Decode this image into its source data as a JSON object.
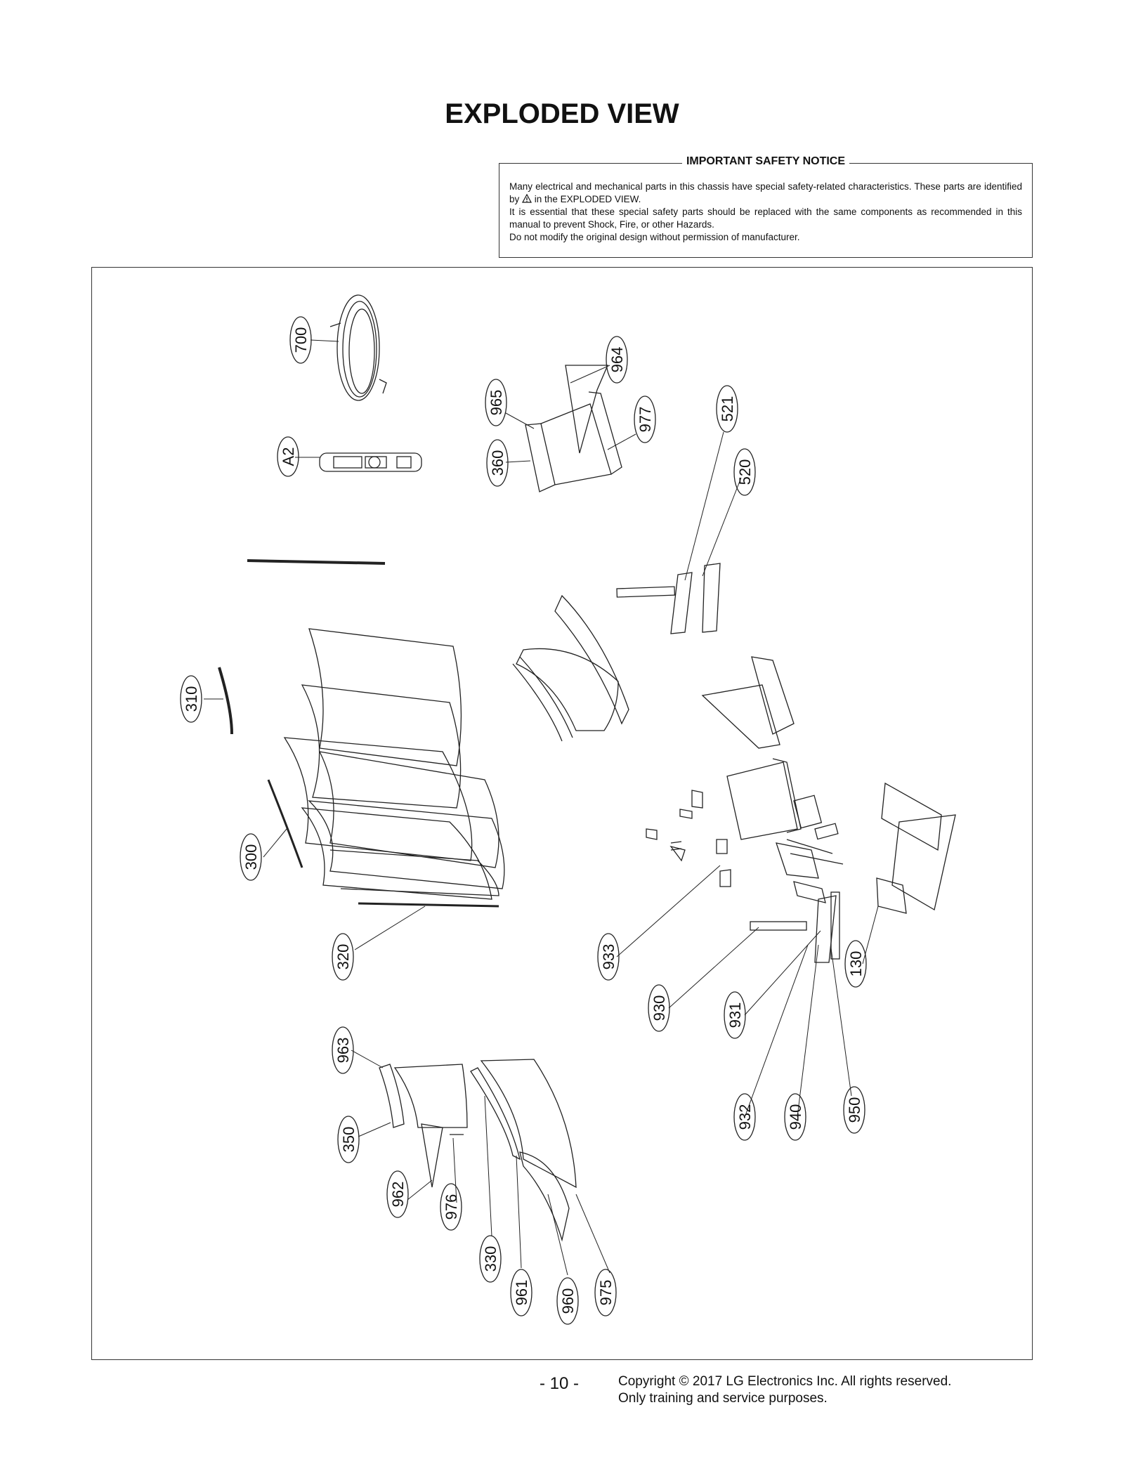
{
  "title": "EXPLODED VIEW",
  "notice": {
    "heading": "IMPORTANT SAFETY NOTICE",
    "line1": "Many electrical and mechanical parts in this chassis have special safety-related characteristics. These parts are identified by",
    "line1_tail": "in the EXPLODED VIEW.",
    "line2": "It is essential that these special safety parts should be replaced with the same components as recommended in this manual to prevent Shock, Fire, or other Hazards.",
    "line3": "Do not modify the original design without permission of manufacturer."
  },
  "callouts": {
    "c700": "700",
    "cA2": "A2",
    "c965": "965",
    "c964": "964",
    "c977": "977",
    "c360": "360",
    "c521": "521",
    "c520": "520",
    "c310": "310",
    "c300": "300",
    "c320": "320",
    "c933": "933",
    "c930": "930",
    "c931": "931",
    "c130": "130",
    "c932": "932",
    "c940": "940",
    "c950": "950",
    "c963": "963",
    "c350": "350",
    "c962": "962",
    "c976": "976",
    "c330": "330",
    "c961": "961",
    "c960": "960",
    "c975": "975"
  },
  "footer": {
    "page": "- 10 -",
    "copyright1": "Copyright © 2017 LG Electronics Inc. All rights reserved.",
    "copyright2": "Only training and service purposes."
  }
}
